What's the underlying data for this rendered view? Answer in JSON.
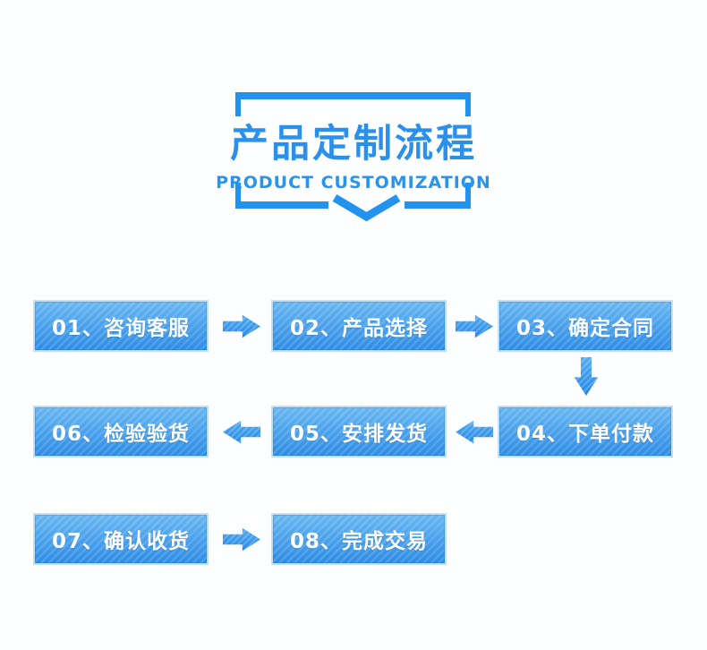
{
  "page": {
    "background_color": "#fdfeff"
  },
  "header": {
    "title": "产品定制流程",
    "subtitle": "PRODUCT CUSTOMIZATION",
    "accent_color": "#2192ee"
  },
  "flow": {
    "box_border_color": "#bfe0f7",
    "box_gradient_top": "#6ab8f1",
    "box_gradient_bottom": "#2f8de5",
    "box_text_color": "#ffffff",
    "arrow_color": "#1f86e8",
    "steps": [
      {
        "id": "01",
        "text": "01、咨询客服"
      },
      {
        "id": "02",
        "text": "02、产品选择"
      },
      {
        "id": "03",
        "text": "03、确定合同"
      },
      {
        "id": "04",
        "text": "04、下单付款"
      },
      {
        "id": "05",
        "text": "05、安排发货"
      },
      {
        "id": "06",
        "text": "06、检验验货"
      },
      {
        "id": "07",
        "text": "07、确认收货"
      },
      {
        "id": "08",
        "text": "08、完成交易"
      }
    ],
    "arrows": [
      {
        "from": "01",
        "to": "02",
        "direction": "right"
      },
      {
        "from": "02",
        "to": "03",
        "direction": "right"
      },
      {
        "from": "03",
        "to": "04",
        "direction": "down"
      },
      {
        "from": "04",
        "to": "05",
        "direction": "left"
      },
      {
        "from": "05",
        "to": "06",
        "direction": "left"
      },
      {
        "from": "07",
        "to": "08",
        "direction": "right"
      }
    ]
  }
}
